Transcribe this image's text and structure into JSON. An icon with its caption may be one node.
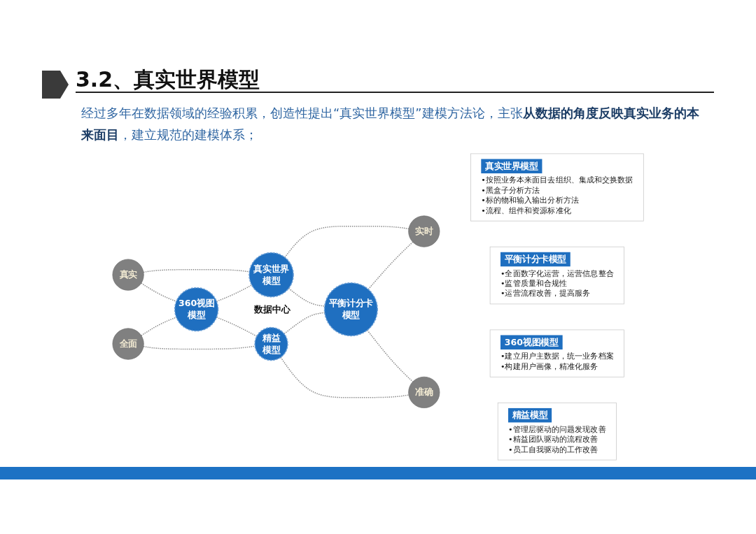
{
  "diagram": {
    "title": "3.2、真实世界模型",
    "nodes": [
      {
        "text": [
          "真实"
        ]
      },
      {
        "text": [
          "真实世界模型"
        ]
      },
      {
        "text": [
          "实时"
        ]
      },
      {
        "text": [
          "360视图模型"
        ]
      },
      {
        "text": [
          "平衡计分卡模型"
        ]
      },
      {
        "text": [
          "全面"
        ]
      },
      {
        "text": [
          "精益模型"
        ]
      },
      {
        "text": [
          "准确"
        ]
      },
      {
        "text": [
          "真实世界模型",
          "•按照业务本来面目去组织、集成和交换数据",
          "•黑盒子分析方法",
          "•标的物和输入输出分析方法",
          "•流程、组件和资源标准化"
        ]
      },
      {
        "text": [
          "平衡计分卡模型",
          "•全面数字化运营，运营信息整合",
          "•监管质量和合规性",
          "•运营流程改善，提高服务"
        ]
      },
      {
        "text": [
          "360视图模型",
          "•建立用户主数据，统一业务档案",
          "•构建用户画像，精准化服务"
        ]
      },
      {
        "text": [
          "精益模型",
          "•管理层驱动的问题发现改善",
          "•精益团队驱动的流程改善",
          "•员工自我驱动的工作改善"
        ]
      }
    ],
    "edges": [
      {
        "from": 0,
        "to": 1,
        "arrow": "none",
        "style": "dashed"
      },
      {
        "from": 1,
        "to": 2,
        "arrow": "none",
        "style": "dashed"
      },
      {
        "from": 0,
        "to": 3,
        "arrow": "none",
        "style": "dashed"
      },
      {
        "from": 3,
        "to": 1,
        "arrow": "none",
        "style": "dashed"
      },
      {
        "from": 1,
        "to": 4,
        "arrow": "none",
        "style": "dashed"
      },
      {
        "from": 4,
        "to": 2,
        "arrow": "none",
        "style": "dashed"
      },
      {
        "from": 5,
        "to": 3,
        "arrow": "none",
        "style": "dashed"
      },
      {
        "from": 3,
        "to": 6,
        "arrow": "none",
        "style": "dashed"
      },
      {
        "from": 6,
        "to": 4,
        "arrow": "none",
        "style": "dashed"
      },
      {
        "from": 4,
        "to": 7,
        "arrow": "none",
        "style": "dashed"
      },
      {
        "from": 5,
        "to": 6,
        "arrow": "none",
        "style": "dashed"
      },
      {
        "from": 6,
        "to": 7,
        "arrow": "none",
        "style": "dashed"
      }
    ],
    "labels": [
      "经过多年在数据领域的经验积累，创造性提出“真实世界模型”建模方法论，主张**从数据的角度反映真实业务的本来面目**，建立规范的建模体系；",
      "数据中心"
    ]
  }
}
